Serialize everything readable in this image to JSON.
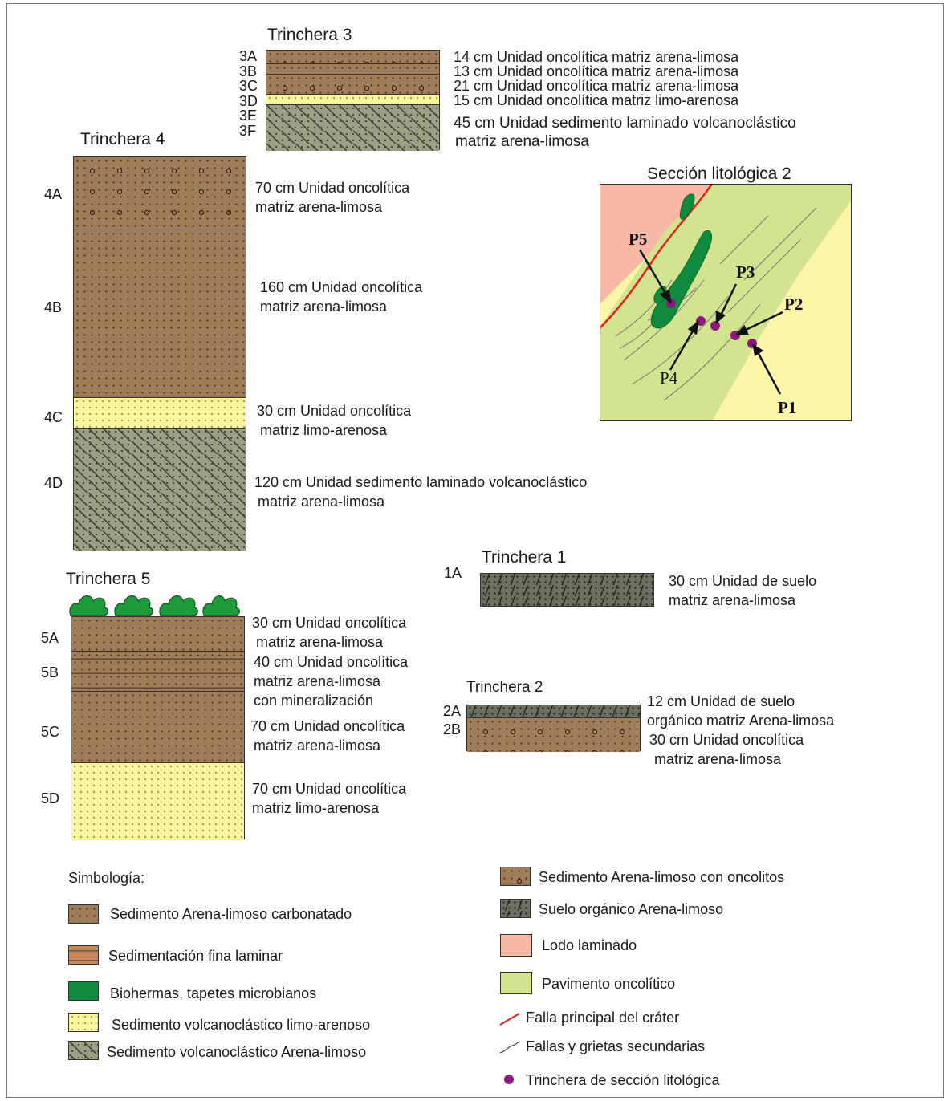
{
  "trinchera3": {
    "title": "Trinchera 3",
    "layers": [
      {
        "code": "3A",
        "desc": "14 cm Unidad oncolítica matriz arena-limosa"
      },
      {
        "code": "3B",
        "desc": "13 cm Unidad oncolítica matriz arena-limosa"
      },
      {
        "code": "3C",
        "desc": "21 cm Unidad oncolítica matriz arena-limosa"
      },
      {
        "code": "3D",
        "desc": "15 cm Unidad oncolítica matriz limo-arenosa"
      },
      {
        "code": "3E",
        "desc": "45 cm Unidad sedimento laminado volcanoclástico"
      },
      {
        "code": "3F",
        "desc": "matriz arena-limosa"
      }
    ]
  },
  "trinchera4": {
    "title": "Trinchera 4",
    "layers": [
      {
        "code": "4A",
        "desc1": "70 cm  Unidad oncolítica",
        "desc2": "matriz arena-limosa"
      },
      {
        "code": "4B",
        "desc1": "160 cm Unidad oncolítica",
        "desc2": "matriz arena-limosa"
      },
      {
        "code": "4C",
        "desc1": "30 cm Unidad oncolítica",
        "desc2": "matriz limo-arenosa"
      },
      {
        "code": "4D",
        "desc1": "120 cm Unidad sedimento laminado volcanoclástico",
        "desc2": "matriz arena-limosa"
      }
    ]
  },
  "trinchera5": {
    "title": "Trinchera 5",
    "layers": [
      {
        "code": "5A",
        "desc1": "30 cm Unidad oncolítica",
        "desc2": "matriz arena-limosa",
        "desc3": ""
      },
      {
        "code": "5B",
        "desc1": "40 cm Unidad oncolítica",
        "desc2": "matriz arena-limosa",
        "desc3": "con mineralización"
      },
      {
        "code": "5C",
        "desc1": "70 cm Unidad oncolítica",
        "desc2": "matriz arena-limosa",
        "desc3": ""
      },
      {
        "code": "5D",
        "desc1": "70 cm Unidad oncolítica",
        "desc2": "matriz limo-arenosa",
        "desc3": ""
      }
    ]
  },
  "trinchera1": {
    "title": "Trinchera 1",
    "code": "1A",
    "desc1": "30 cm Unidad de suelo",
    "desc2": "matriz arena-limosa"
  },
  "trinchera2": {
    "title": "Trinchera  2",
    "layers": [
      {
        "code": "2A",
        "desc1": "12 cm Unidad de suelo",
        "desc2": "orgánico matriz Arena-limosa"
      },
      {
        "code": "2B",
        "desc1": "30 cm Unidad oncolítica",
        "desc2": "matriz arena-limosa"
      }
    ]
  },
  "section_map": {
    "title": "Sección litológica 2",
    "points": [
      "P1",
      "P2",
      "P3",
      "P4",
      "P5"
    ]
  },
  "legend": {
    "title": "Simbología:",
    "left": [
      "Sedimento Arena-limoso carbonatado",
      "Sedimentación fina laminar",
      "Biohermas, tapetes microbianos",
      "Sedimento volcanoclástico limo-arenoso",
      "Sedimento volcanoclástico Arena-limoso"
    ],
    "right": [
      "Sedimento Arena-limoso con oncolitos",
      "Suelo orgánico Arena-limoso",
      "Lodo laminado",
      "Pavimento oncolítico",
      "Falla principal del cráter",
      "Fallas y grietas secundarias",
      "Trinchera de sección litológica"
    ]
  },
  "colors": {
    "brown": "#a07c58",
    "yellow": "#fbf59e",
    "gray_green": "#9d9f83",
    "pink": "#f7b8a6",
    "light_green": "#d2e490",
    "bioherm_green": "#0f8a3e",
    "fault_red": "#e02020",
    "point_purple": "#8b1a7a"
  }
}
